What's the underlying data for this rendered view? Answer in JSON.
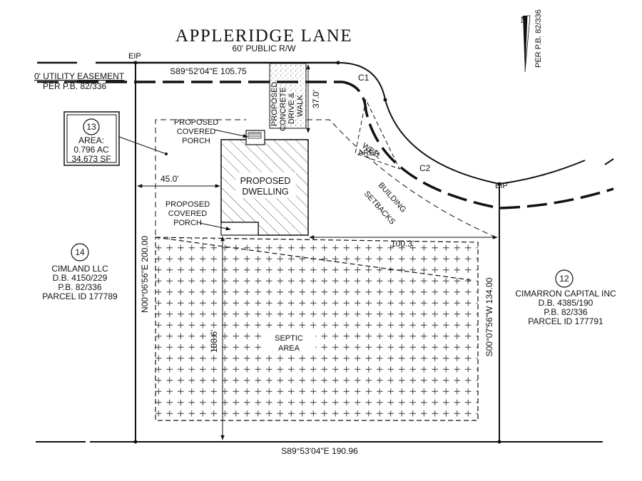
{
  "street": {
    "name": "APPLERIDGE LANE",
    "row": "60' PUBLIC R/W"
  },
  "north_arrow": {
    "letter": "N",
    "reference": "PER P.B. 82/336"
  },
  "easement": {
    "line1": "0' UTILITY EASEMENT",
    "line2": "PER P.B. 82/336"
  },
  "markers": {
    "eip": "EIP"
  },
  "bearings": {
    "north_line": "S89°52'04\"E 105.75",
    "south_line": "S89°53'04\"E 190.96",
    "west_line": "N00°06'56\"E 200.00",
    "east_line": "S00°07'56\"W 134.00"
  },
  "curves": {
    "c1": "C1",
    "c2": "C2"
  },
  "dimensions": {
    "front_setback": "37.0'",
    "side_setback": "45.0'",
    "rear_offset": "100.3'",
    "septic_depth": "108.6'"
  },
  "labels": {
    "drive": [
      "PROPOSED",
      "CONCRETE",
      "DRIVE &",
      "WALK"
    ],
    "front_porch": [
      "PROPOSED",
      "COVERED",
      "PORCH"
    ],
    "rear_porch": [
      "PROPOSED",
      "COVERED",
      "PORCH"
    ],
    "dwelling": [
      "PROPOSED",
      "DWELLING"
    ],
    "well": [
      "WELL",
      "AREA"
    ],
    "setbacks": [
      "BUILDING",
      "SETBACKS"
    ],
    "septic": [
      "SEPTIC",
      "AREA"
    ]
  },
  "lots": {
    "subject": {
      "number": "13",
      "area_label": "AREA:",
      "acres": "0.796 AC",
      "sqft": "34,673 SF"
    },
    "west": {
      "number": "14",
      "owner": "CIMLAND LLC",
      "deed": "D.B. 4150/229",
      "plat": "P.B. 82/336",
      "parcel": "PARCEL ID 177789"
    },
    "east": {
      "number": "12",
      "owner": "CIMARRON CAPITAL INC",
      "deed": "D.B. 4385/190",
      "plat": "P.B. 82/336",
      "parcel": "PARCEL ID 177791"
    }
  }
}
